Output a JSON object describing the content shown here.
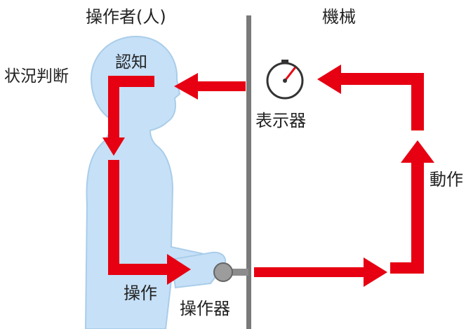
{
  "labels": {
    "operator_heading": "操作者(人)",
    "machine_heading": "機械",
    "recognition": "認知",
    "judgment": "状況判断",
    "display": "表示器",
    "motion": "動作",
    "operation": "操作",
    "control_device": "操作器"
  },
  "colors": {
    "arrow": "#e60012",
    "figure_fill": "#c6e0f7",
    "figure_stroke": "#a9cdea",
    "divider": "#7a7a7a",
    "text": "#222222",
    "knob": "#9c9c9c"
  },
  "icons": [
    "gauge-icon",
    "knob-icon"
  ]
}
